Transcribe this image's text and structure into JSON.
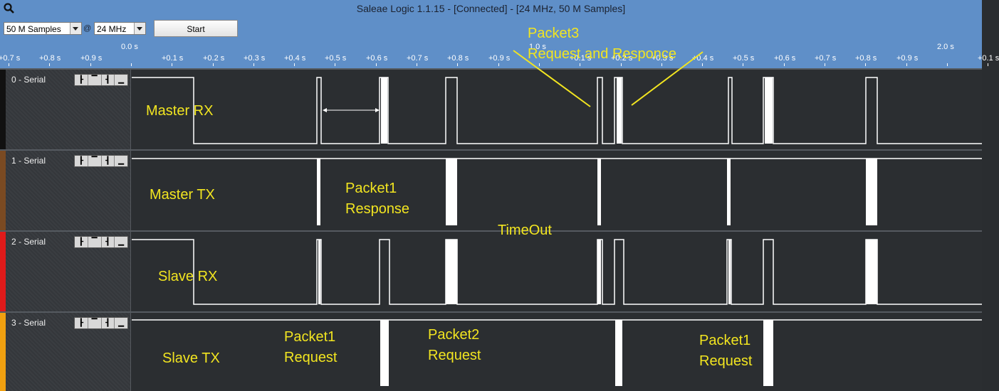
{
  "window": {
    "title": "Saleae Logic 1.1.15 - [Connected] - [24 MHz, 50 M Samples]"
  },
  "toolbar": {
    "samples_value": "50 M Samples",
    "at_symbol": "@",
    "rate_value": "24 MHz",
    "start_label": "Start"
  },
  "ruler": {
    "ticks": [
      "+0.7 s",
      "+0.8 s",
      "+0.9 s",
      "0.0 s",
      "+0.1 s",
      "+0.2 s",
      "+0.3 s",
      "+0.4 s",
      "+0.5 s",
      "+0.6 s",
      "+0.7 s",
      "+0.8 s",
      "+0.9 s",
      "1.0 s",
      "+0.1 s",
      "+0.2 s",
      "+0.3 s",
      "+0.4 s",
      "+0.5 s",
      "+0.6 s",
      "+0.7 s",
      "+0.8 s",
      "+0.9 s",
      "2.0 s",
      "+0.1 s"
    ]
  },
  "channels": [
    {
      "name": "0 - Serial",
      "color": "#111111"
    },
    {
      "name": "1 - Serial",
      "color": "#7a4a22"
    },
    {
      "name": "2 - Serial",
      "color": "#e01a1a"
    },
    {
      "name": "3 - Serial",
      "color": "#f0a010"
    }
  ],
  "trigger_icons": [
    "rising-edge-icon",
    "high-level-icon",
    "falling-edge-icon",
    "low-level-icon"
  ],
  "annotations": {
    "master_rx": "Master RX",
    "master_tx": "Master TX",
    "slave_rx": "Slave RX",
    "slave_tx": "Slave TX",
    "packet1_response_l1": "Packet1",
    "packet1_response_l2": "Response",
    "timeout": "TimeOut",
    "packet3_l1": "Packet3",
    "packet3_l2": "Request and Responce",
    "packet1_request_a_l1": "Packet1",
    "packet1_request_a_l2": "Request",
    "packet2_request_l1": "Packet2",
    "packet2_request_l2": "Request",
    "packet1_request_b_l1": "Packet1",
    "packet1_request_b_l2": "Request"
  },
  "colors": {
    "annotation": "#f2e520",
    "signal": "#ffffff",
    "header": "#5f8fc8"
  }
}
